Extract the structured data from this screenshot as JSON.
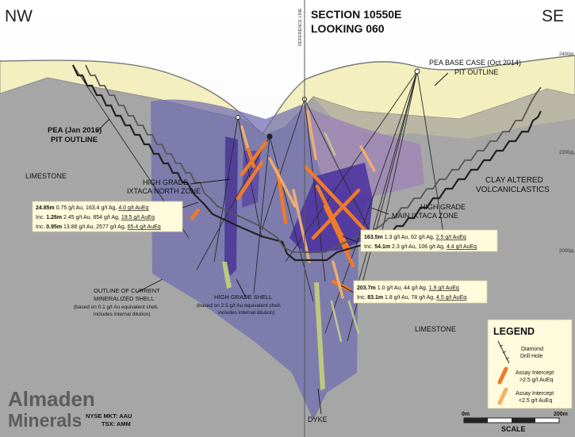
{
  "header": {
    "left_direction": "NW",
    "right_direction": "SE",
    "section_line1": "SECTION 10550E",
    "section_line2": "LOOKING 060",
    "reference_line": "REFERENCE LINE"
  },
  "elevation_ticks": [
    "2400m",
    "2200m",
    "2000m"
  ],
  "labels": {
    "pea_base_case_l1": "PEA BASE CASE (Oct 2014)",
    "pea_base_case_l2": "PIT OUTLINE",
    "pea_2016_l1": "PEA (Jan 2016)",
    "pea_2016_l2": "PIT OUTLINE",
    "limestone_upper": "LIMESTONE",
    "limestone_lower": "LIMESTONE",
    "ixtaca_north_l1": "HIGH GRADE",
    "ixtaca_north_l2": "IXTACA NORTH ZONE",
    "clay_l1": "CLAY ALTERED",
    "clay_l2": "VOLCANICLASTICS",
    "main_ixtaca_l1": "HIGH GRADE",
    "main_ixtaca_l2": "MAIN IXTACA ZONE",
    "outline_l1": "OUTLINE OF CURRENT",
    "outline_l2": "MINERALIZED SHELL",
    "outline_l3": "(based on 0.1 g/t Au equivalent shell,",
    "outline_l4": "includes internal dilution)",
    "hgshell_l1": "HIGH GRADE SHELL",
    "hgshell_l2": "(based on 2.5 g/t Au equivalent shell,",
    "hgshell_l3": "includes internal dilution)",
    "dyke": "DYKE"
  },
  "intercepts": {
    "box1": [
      {
        "prefix": "",
        "width": "24.85m",
        "rest": " 0.75 g/t Au, 163.4 g/t Ag, ",
        "aueq": "4.0 g/t AuEq"
      },
      {
        "prefix": "Inc. ",
        "width": "1.26m",
        "rest": " 2.45 g/t Au, 854 g/t Ag, ",
        "aueq": "19.5 g/t AuEq"
      },
      {
        "prefix": "Inc. ",
        "width": "0.95m",
        "rest": " 13.86 g/t Au, 2577 g/t Ag, ",
        "aueq": "65.4 g/t AuEq"
      }
    ],
    "box2": [
      {
        "prefix": "",
        "width": "163.5m",
        "rest": " 1.3 g/t Au, 62 g/t Ag, ",
        "aueq": "2.5 g/t AuEq"
      },
      {
        "prefix": "Inc. ",
        "width": "54.1m",
        "rest": " 2.3 g/t Au, 106 g/t Ag, ",
        "aueq": "4.4 g/t AuEq"
      }
    ],
    "box3": [
      {
        "prefix": "",
        "width": "203.7m",
        "rest": " 1.0 g/t Au, 44 g/t Ag, ",
        "aueq": "1.9 g/t AuEq"
      },
      {
        "prefix": "Inc. ",
        "width": "83.1m",
        "rest": " 1.8 g/t Au, 78 g/t Ag, ",
        "aueq": "4.5 g/t AuEq"
      }
    ]
  },
  "legend": {
    "title": "LEGEND",
    "drill_l1": "Diamond",
    "drill_l2": "Drill Hole",
    "high_l1": "Assay Intercept",
    "high_l2": ">2.5 g/t AuEq",
    "low_l1": "Assay Intercept",
    "low_l2": "<2.5 g/t AuEq"
  },
  "scale": {
    "start": "0m",
    "end": "200m",
    "label": "SCALE"
  },
  "logo": {
    "line1": "Almaden",
    "line2": "Minerals",
    "ticker1": "NYSE MKT: AAU",
    "ticker2": "TSX: AMM"
  },
  "colors": {
    "limestone": "#a8a8a8",
    "volcaniclastic": "#f5f0c0",
    "shell": "#7b78b6",
    "high_grade": "#5b3fa0",
    "intercept_high": "#ee7a2a",
    "intercept_low": "#f4b06a",
    "pit_line": "#222222"
  }
}
